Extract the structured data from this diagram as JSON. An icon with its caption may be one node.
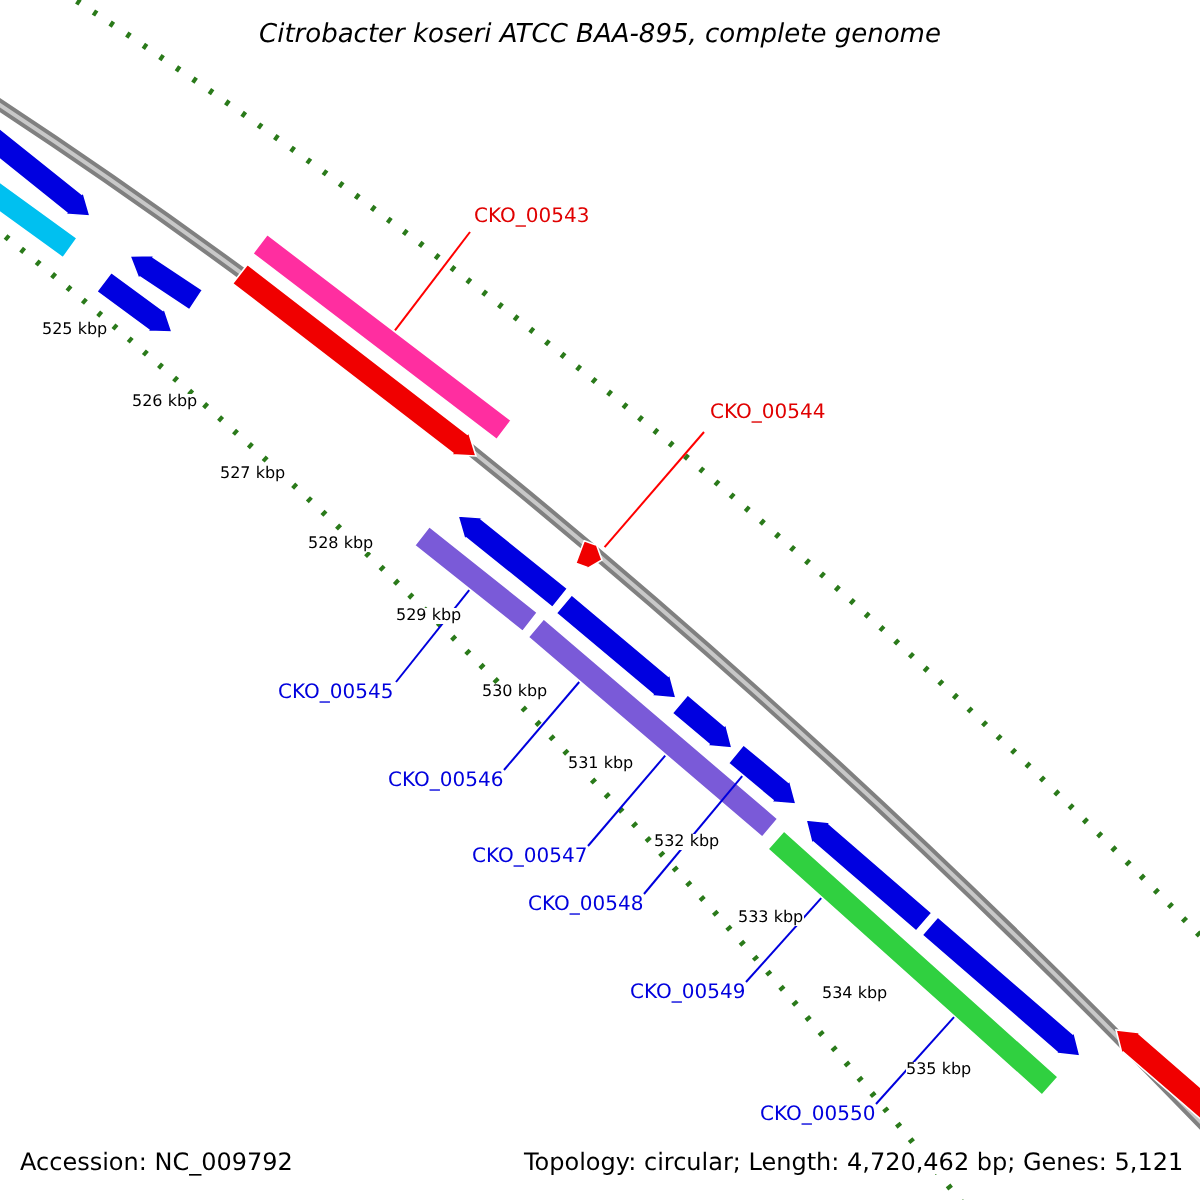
{
  "diagram": {
    "title": "Citrobacter koseri ATCC BAA-895, complete genome",
    "nodes": [
      {
        "text": [
          "CKO_00543"
        ]
      },
      {
        "text": [
          "CKO_00544"
        ]
      },
      {
        "text": [
          "CKO_00545"
        ]
      },
      {
        "text": [
          "CKO_00546"
        ]
      },
      {
        "text": [
          "CKO_00547"
        ]
      },
      {
        "text": [
          "CKO_00548"
        ]
      },
      {
        "text": [
          "CKO_00549"
        ]
      },
      {
        "text": [
          "CKO_00550"
        ]
      },
      {
        "text": [],
        "shape": "bar"
      },
      {
        "text": [],
        "shape": "bar"
      },
      {
        "text": [],
        "shape": "bar"
      },
      {
        "text": [],
        "shape": "bar"
      },
      {
        "text": [],
        "shape": "bar"
      },
      {
        "text": [],
        "shape": "bar"
      },
      {
        "text": [],
        "shape": "bar"
      },
      {
        "text": [],
        "shape": "bar"
      },
      {
        "text": [],
        "shape": "bar"
      },
      {
        "text": [],
        "shape": "bar"
      },
      {
        "text": [],
        "shape": "bar"
      },
      {
        "text": [],
        "shape": "bar"
      },
      {
        "text": [],
        "shape": "bar"
      },
      {
        "text": [],
        "shape": "bar"
      },
      {
        "text": [],
        "shape": "bar"
      },
      {
        "text": [],
        "shape": "bar"
      },
      {
        "text": [],
        "shape": "bar"
      }
    ],
    "edges": [
      {
        "from": 0,
        "to": 12,
        "arrow": "none",
        "color": "#ff0000"
      },
      {
        "from": 1,
        "to": 14,
        "arrow": "none",
        "color": "#ff0000"
      },
      {
        "from": 2,
        "to": 15,
        "arrow": "none",
        "color": "#0000dd"
      },
      {
        "from": 3,
        "to": 17,
        "arrow": "none",
        "color": "#0000dd"
      },
      {
        "from": 4,
        "to": 17,
        "arrow": "none",
        "color": "#0000dd"
      },
      {
        "from": 5,
        "to": 20,
        "arrow": "none",
        "color": "#0000dd"
      },
      {
        "from": 6,
        "to": 21,
        "arrow": "none",
        "color": "#0000dd"
      },
      {
        "from": 7,
        "to": 21,
        "arrow": "none",
        "color": "#0000dd"
      }
    ],
    "labels": [
      "525 kbp",
      "526 kbp",
      "527 kbp",
      "528 kbp",
      "529 kbp",
      "530 kbp",
      "531 kbp",
      "532 kbp",
      "533 kbp",
      "534 kbp",
      "535 kbp",
      "Accession: NC_009792",
      "Topology: circular; Length: 4,720,462 bp; Genes: 5,121"
    ]
  }
}
